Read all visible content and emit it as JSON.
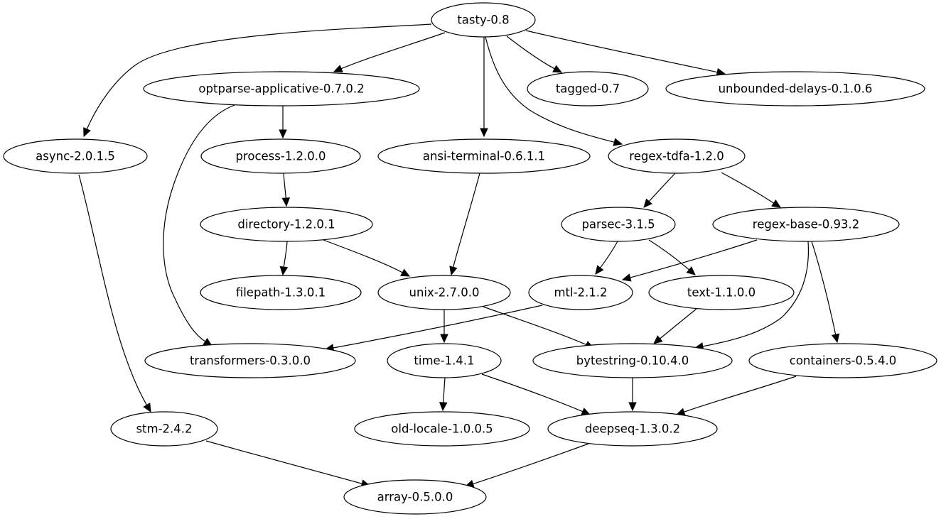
{
  "graph": {
    "nodes": [
      {
        "id": "tasty",
        "label": "tasty-0.8"
      },
      {
        "id": "optparse",
        "label": "optparse-applicative-0.7.0.2"
      },
      {
        "id": "tagged",
        "label": "tagged-0.7"
      },
      {
        "id": "unbounded",
        "label": "unbounded-delays-0.1.0.6"
      },
      {
        "id": "async",
        "label": "async-2.0.1.5"
      },
      {
        "id": "process",
        "label": "process-1.2.0.0"
      },
      {
        "id": "ansi",
        "label": "ansi-terminal-0.6.1.1"
      },
      {
        "id": "regextdfa",
        "label": "regex-tdfa-1.2.0"
      },
      {
        "id": "directory",
        "label": "directory-1.2.0.1"
      },
      {
        "id": "parsec",
        "label": "parsec-3.1.5"
      },
      {
        "id": "regexbase",
        "label": "regex-base-0.93.2"
      },
      {
        "id": "filepath",
        "label": "filepath-1.3.0.1"
      },
      {
        "id": "unix",
        "label": "unix-2.7.0.0"
      },
      {
        "id": "mtl",
        "label": "mtl-2.1.2"
      },
      {
        "id": "text",
        "label": "text-1.1.0.0"
      },
      {
        "id": "transformers",
        "label": "transformers-0.3.0.0"
      },
      {
        "id": "time",
        "label": "time-1.4.1"
      },
      {
        "id": "bytestring",
        "label": "bytestring-0.10.4.0"
      },
      {
        "id": "containers",
        "label": "containers-0.5.4.0"
      },
      {
        "id": "stm",
        "label": "stm-2.4.2"
      },
      {
        "id": "oldlocale",
        "label": "old-locale-1.0.0.5"
      },
      {
        "id": "deepseq",
        "label": "deepseq-1.3.0.2"
      },
      {
        "id": "array",
        "label": "array-0.5.0.0"
      }
    ],
    "edges": [
      {
        "from": "tasty",
        "to": "async"
      },
      {
        "from": "tasty",
        "to": "optparse"
      },
      {
        "from": "tasty",
        "to": "ansi"
      },
      {
        "from": "tasty",
        "to": "regextdfa"
      },
      {
        "from": "tasty",
        "to": "tagged"
      },
      {
        "from": "tasty",
        "to": "unbounded"
      },
      {
        "from": "optparse",
        "to": "process"
      },
      {
        "from": "optparse",
        "to": "transformers"
      },
      {
        "from": "async",
        "to": "stm"
      },
      {
        "from": "process",
        "to": "directory"
      },
      {
        "from": "ansi",
        "to": "unix"
      },
      {
        "from": "regextdfa",
        "to": "parsec"
      },
      {
        "from": "regextdfa",
        "to": "regexbase"
      },
      {
        "from": "directory",
        "to": "filepath"
      },
      {
        "from": "directory",
        "to": "unix"
      },
      {
        "from": "parsec",
        "to": "mtl"
      },
      {
        "from": "parsec",
        "to": "text"
      },
      {
        "from": "regexbase",
        "to": "mtl"
      },
      {
        "from": "regexbase",
        "to": "bytestring"
      },
      {
        "from": "regexbase",
        "to": "containers"
      },
      {
        "from": "unix",
        "to": "time"
      },
      {
        "from": "unix",
        "to": "bytestring"
      },
      {
        "from": "mtl",
        "to": "transformers"
      },
      {
        "from": "text",
        "to": "bytestring"
      },
      {
        "from": "time",
        "to": "oldlocale"
      },
      {
        "from": "time",
        "to": "deepseq"
      },
      {
        "from": "bytestring",
        "to": "deepseq"
      },
      {
        "from": "containers",
        "to": "deepseq"
      },
      {
        "from": "stm",
        "to": "array"
      },
      {
        "from": "deepseq",
        "to": "array"
      }
    ]
  }
}
